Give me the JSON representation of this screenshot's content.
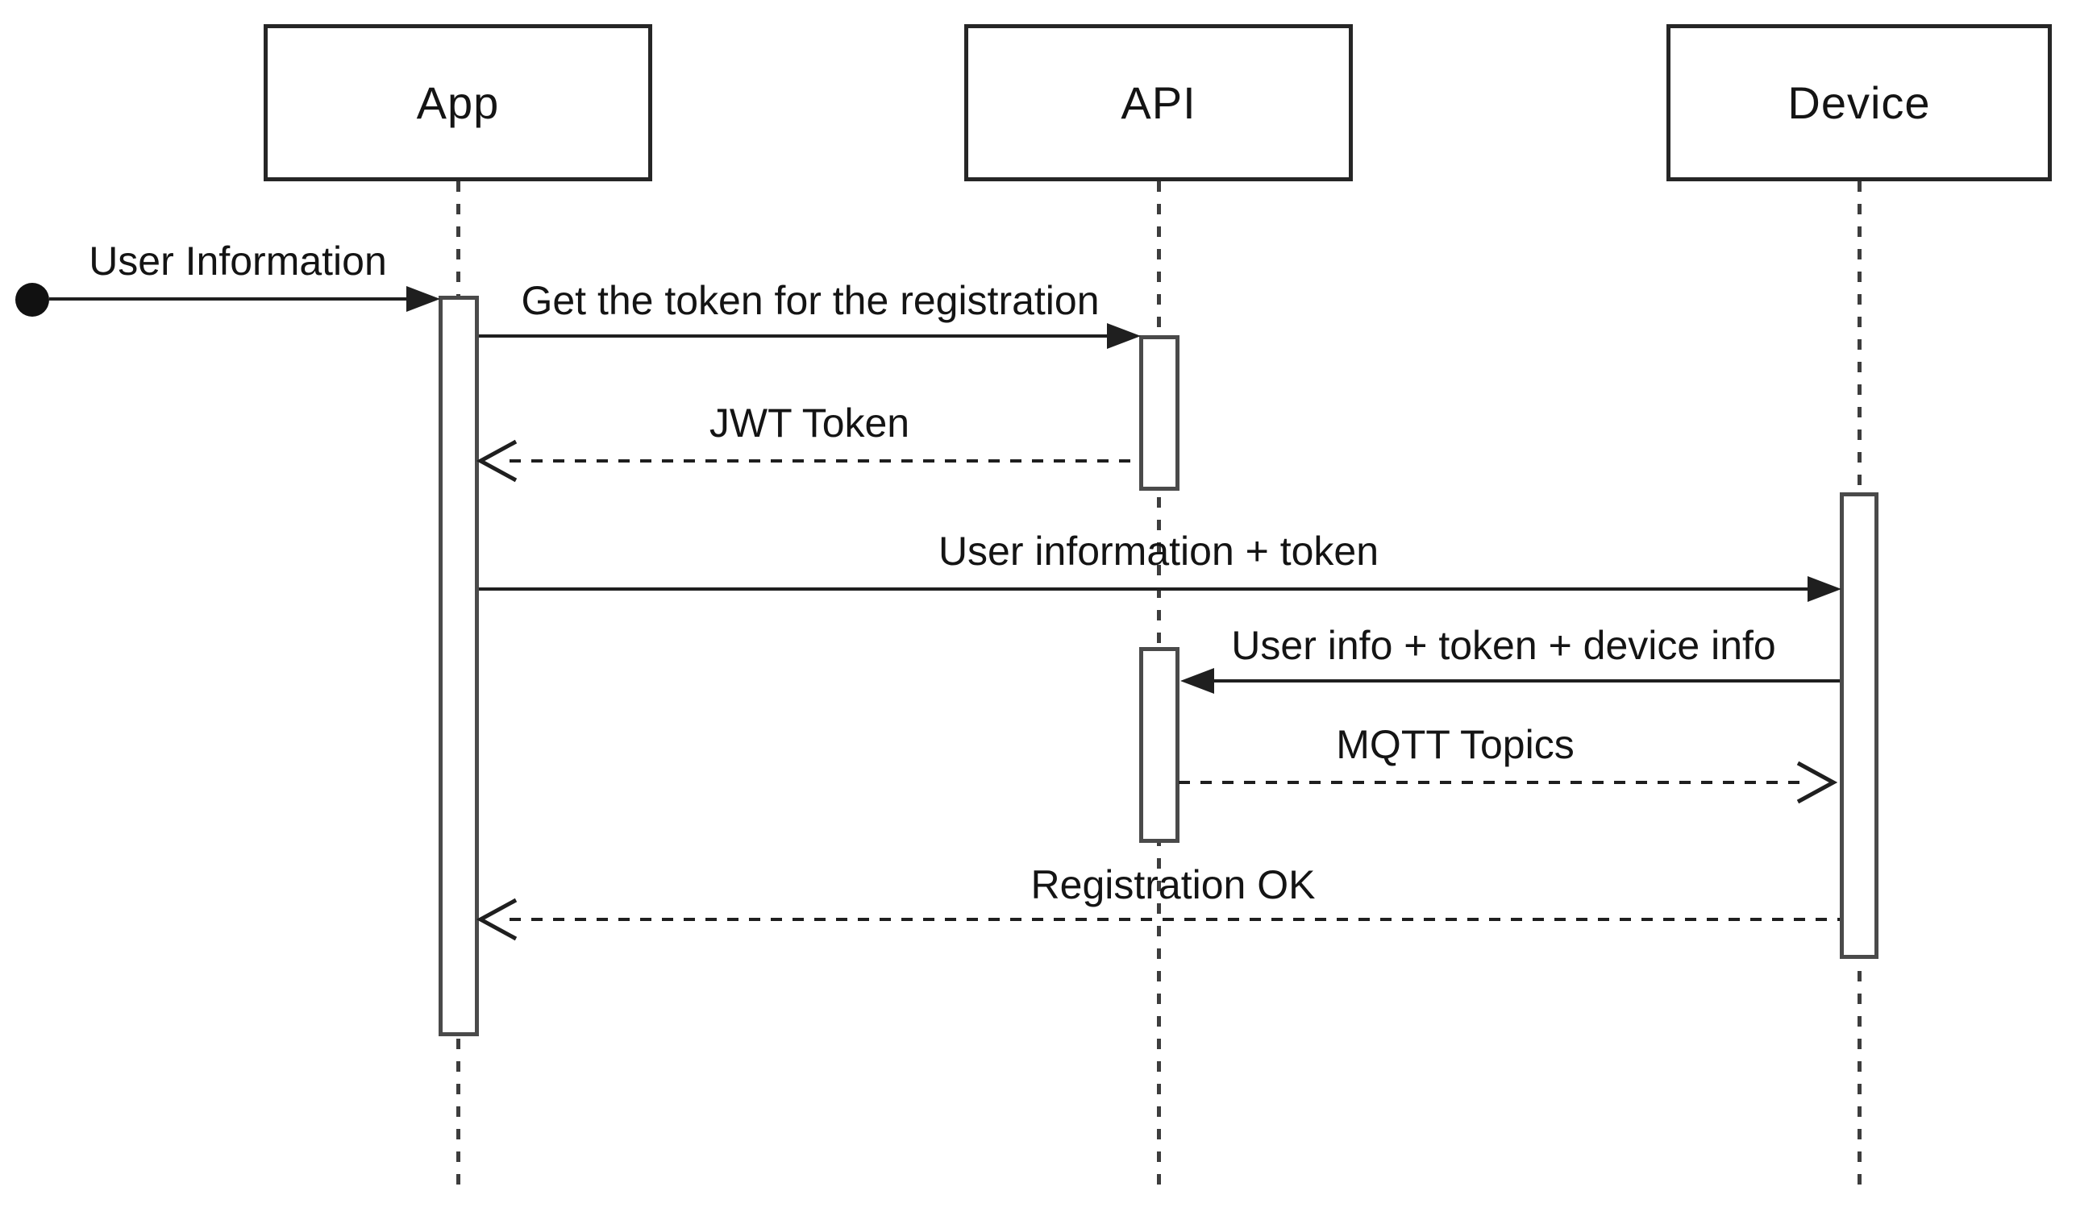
{
  "diagram_type": "uml-sequence-diagram",
  "participants": [
    {
      "name": "App"
    },
    {
      "name": "API"
    },
    {
      "name": "Device"
    }
  ],
  "start_node": {
    "shape": "filled-circle"
  },
  "messages": [
    {
      "label": "User Information",
      "from": "start",
      "to": "App",
      "style": "solid"
    },
    {
      "label": "Get the token for the registration",
      "from": "App",
      "to": "API",
      "style": "solid"
    },
    {
      "label": "JWT Token",
      "from": "API",
      "to": "App",
      "style": "dashed"
    },
    {
      "label": "User information + token",
      "from": "App",
      "to": "Device",
      "style": "solid"
    },
    {
      "label": "User info + token + device info",
      "from": "Device",
      "to": "API",
      "style": "solid"
    },
    {
      "label": "MQTT Topics",
      "from": "API",
      "to": "Device",
      "style": "dashed"
    },
    {
      "label": "Registration OK",
      "from": "Device",
      "to": "App",
      "style": "dashed"
    }
  ],
  "colors": {
    "line": "#1f1f1f",
    "box_border": "#262626",
    "activation_border": "#4a4a4a",
    "text": "#141414",
    "background": "#ffffff"
  }
}
